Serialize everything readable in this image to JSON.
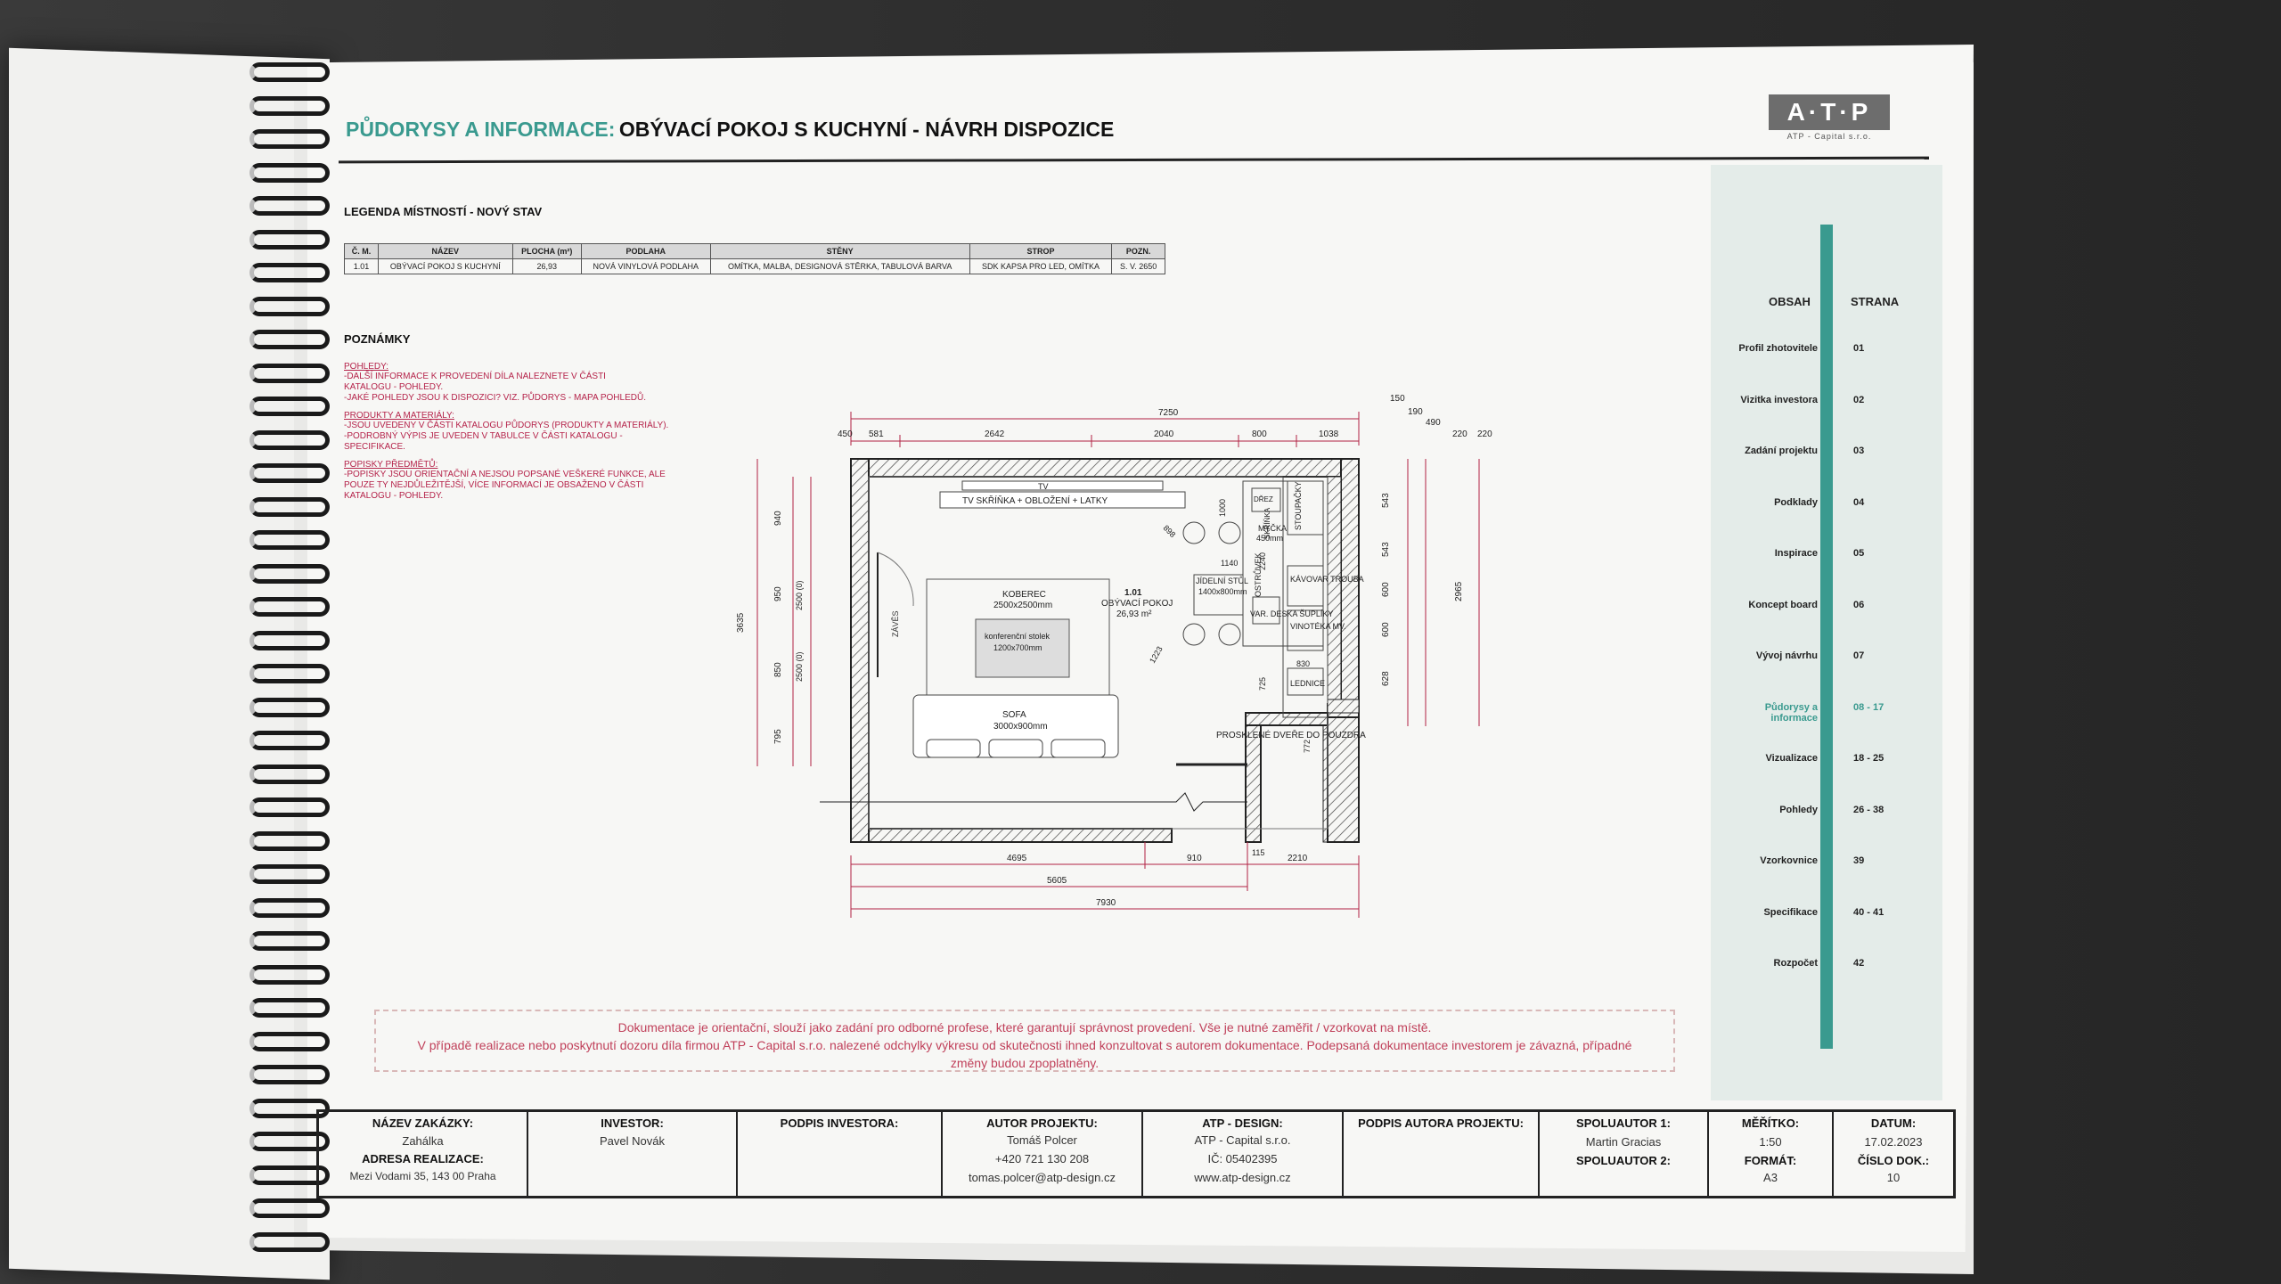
{
  "header": {
    "prefix": "PŮDORYSY A INFORMACE:",
    "title": "OBÝVACÍ POKOJ S KUCHYNÍ - NÁVRH DISPOZICE",
    "logo_text": "A·T·P",
    "logo_sub": "ATP - Capital s.r.o."
  },
  "legend": {
    "heading": "LEGENDA MÍSTNOSTÍ - NOVÝ STAV",
    "columns": [
      "Č. M.",
      "NÁZEV",
      "PLOCHA (m²)",
      "PODLAHA",
      "STĚNY",
      "STROP",
      "POZN."
    ],
    "row": [
      "1.01",
      "OBÝVACÍ POKOJ S KUCHYNÍ",
      "26,93",
      "NOVÁ VINYLOVÁ PODLAHA",
      "OMÍTKA, MALBA, DESIGNOVÁ STĚRKA, TABULOVÁ BARVA",
      "SDK KAPSA PRO LED, OMÍTKA",
      "S. V. 2650"
    ]
  },
  "notes": {
    "heading": "POZNÁMKY",
    "s1_title": "POHLEDY:",
    "s1_l1": "-DALŠÍ INFORMACE K PROVEDENÍ DÍLA NALEZNETE V ČÁSTI",
    "s1_l2": "KATALOGU - POHLEDY.",
    "s1_l3": "-JAKÉ POHLEDY JSOU K DISPOZICI? VIZ. PŮDORYS - MAPA POHLEDŮ.",
    "s2_title": "PRODUKTY A MATERIÁLY:",
    "s2_l1": "-JSOU UVEDENY V ČÁSTI KATALOGU PŮDORYS (PRODUKTY A MATERIÁLY).",
    "s2_l2": "-PODROBNÝ VÝPIS JE UVEDEN V TABULCE V ČÁSTI KATALOGU -",
    "s2_l3": "SPECIFIKACE.",
    "s3_title": "POPISKY PŘEDMĚTŮ:",
    "s3_l1": "-POPISKY JSOU ORIENTAČNÍ A NEJSOU POPSANÉ VEŠKERÉ FUNKCE, ALE",
    "s3_l2": "POUZE TY NEJDŮLEŽITĚJŠÍ, VÍCE INFORMACÍ JE OBSAŽENO V ČÁSTI",
    "s3_l3": "KATALOGU - POHLEDY."
  },
  "plan": {
    "dim_top": "7250",
    "dims_top_row": [
      "450",
      "581",
      "2642",
      "2040",
      "800",
      "1038",
      "150",
      "190",
      "490",
      "220",
      "220"
    ],
    "tv": "TV",
    "tv_unit": "TV SKŘÍŇKA + OBLOŽENÍ + LATKY",
    "carpet": "KOBEREC",
    "carpet_size": "2500x2500mm",
    "room_no": "1.01",
    "room_name": "OBÝVACÍ POKOJ",
    "room_area": "26,93 m²",
    "table": "konferenční stolek",
    "table_size": "1200x700mm",
    "sofa": "SOFA",
    "sofa_size": "3000x900mm",
    "dining": "JÍDELNÍ STŮL",
    "dining_size": "1400x800mm",
    "dishwasher": "MYČKA",
    "dishwasher_size": "450mm",
    "sink": "DŘEZ",
    "island": "OSTRŮVEK",
    "drawers": "VAR. DESKA ŠUPLÍKY",
    "pantry": "STOUPAČKY",
    "cabinet": "SKŘÍŇKA",
    "oven": "KÁVOVAR TROUBA",
    "wine": "VINOTÉKA MV.",
    "fridge": "LEDNICE",
    "door": "PROSKLENÉ DVEŘE DO POUZDRA",
    "door_label": "ZÁVĚS",
    "dims_bottom": [
      "4695",
      "910",
      "2210",
      "115"
    ],
    "dim_5605": "5605",
    "dim_7930": "7930",
    "dims_left": [
      "940",
      "950",
      "850",
      "795",
      "3635"
    ],
    "dims_left_b": [
      "2500 (0)",
      "2500 (0)"
    ],
    "dims_right": [
      "543",
      "543",
      "600",
      "600",
      "628",
      "2965"
    ],
    "dim_830": "830",
    "dim_1000": "1000",
    "dim_1140": "1140",
    "dim_2240": "2240",
    "dim_725": "725",
    "dim_898": "898",
    "dim_1223": "1223",
    "dim_772": "772"
  },
  "disclaimer": {
    "line1": "Dokumentace je orientační, slouží jako zadání pro odborné profese, které garantují správnost provedení. Vše je nutné zaměřit / vzorkovat na místě.",
    "line2": "V případě realizace nebo poskytnutí dozoru díla firmou ATP - Capital s.r.o. nalezené odchylky výkresu od skutečnosti ihned konzultovat s autorem dokumentace. Podepsaná dokumentace investorem je závazná, případné",
    "line3": "změny budou zpoplatněny."
  },
  "toc": {
    "col1": "OBSAH",
    "col2": "STRANA",
    "items": [
      {
        "name": "Profil zhotovitele",
        "page": "01"
      },
      {
        "name": "Vizitka investora",
        "page": "02"
      },
      {
        "name": "Zadání projektu",
        "page": "03"
      },
      {
        "name": "Podklady",
        "page": "04"
      },
      {
        "name": "Inspirace",
        "page": "05"
      },
      {
        "name": "Koncept board",
        "page": "06"
      },
      {
        "name": "Vývoj návrhu",
        "page": "07"
      },
      {
        "name": "Půdorysy a informace",
        "page": "08 - 17"
      },
      {
        "name": "Vizualizace",
        "page": "18 - 25"
      },
      {
        "name": "Pohledy",
        "page": "26 - 38"
      },
      {
        "name": "Vzorkovnice",
        "page": "39"
      },
      {
        "name": "Specifikace",
        "page": "40 - 41"
      },
      {
        "name": "Rozpočet",
        "page": "42"
      }
    ],
    "accent": "#3a9a8f"
  },
  "titleblock": {
    "zakazka_lbl": "NÁZEV ZAKÁZKY:",
    "zakazka_val": "Zahálka",
    "adresa_lbl": "ADRESA REALIZACE:",
    "adresa_val": "Mezi Vodami 35, 143 00 Praha",
    "investor_lbl": "INVESTOR:",
    "investor_val": "Pavel Novák",
    "podpis_inv_lbl": "PODPIS INVESTORA:",
    "autor_lbl": "AUTOR PROJEKTU:",
    "autor_name": "Tomáš Polcer",
    "autor_phone": "+420 721 130 208",
    "autor_mail": "tomas.polcer@atp-design.cz",
    "atp_lbl": "ATP - DESIGN:",
    "atp_name": "ATP - Capital s.r.o.",
    "atp_ic": "IČ: 05402395",
    "atp_web": "www.atp-design.cz",
    "podpis_aut_lbl": "PODPIS AUTORA PROJEKTU:",
    "spolu1_lbl": "SPOLUAUTOR 1:",
    "spolu1_val": "Martin Gracias",
    "spolu2_lbl": "SPOLUAUTOR 2:",
    "meritko_lbl": "MĚŘÍTKO:",
    "meritko_val": "1:50",
    "datum_lbl": "DATUM:",
    "datum_val": "17.02.2023",
    "format_lbl": "FORMÁT:",
    "format_val": "A3",
    "cislo_lbl": "ČÍSLO DOK.:",
    "cislo_val": "10"
  }
}
